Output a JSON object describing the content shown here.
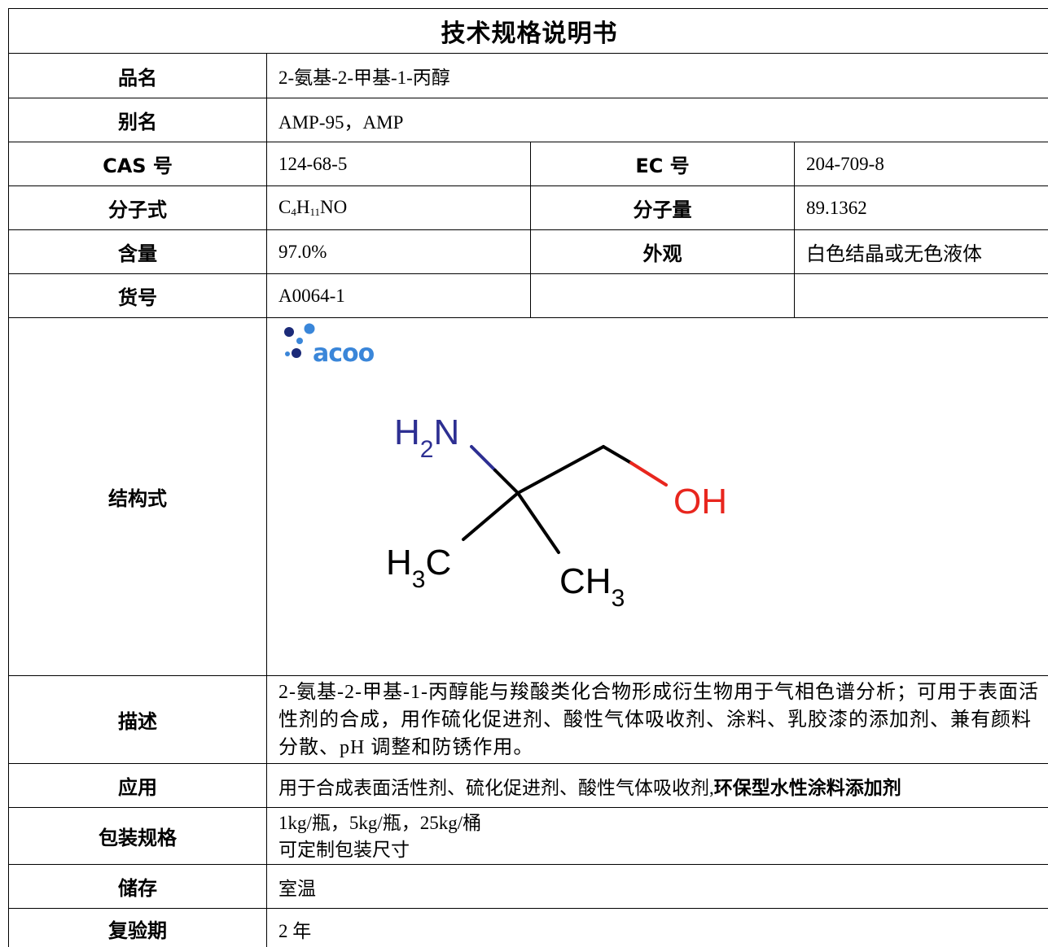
{
  "title": "技术规格说明书",
  "rows": {
    "name": {
      "label": "品名",
      "value": "2-氨基-2-甲基-1-丙醇"
    },
    "alias": {
      "label": "别名",
      "value": "AMP-95，AMP"
    },
    "cas": {
      "label": "CAS 号",
      "value": "124-68-5"
    },
    "ec": {
      "label": "EC 号",
      "value": "204-709-8"
    },
    "formula": {
      "label": "分子式",
      "parts": [
        "C",
        "4",
        "H",
        "11",
        "NO"
      ]
    },
    "mw": {
      "label": "分子量",
      "value": "89.1362"
    },
    "purity": {
      "label": "含量",
      "value": "97.0%"
    },
    "appearance": {
      "label": "外观",
      "value": "白色结晶或无色液体"
    },
    "catalog": {
      "label": "货号",
      "value": "A0064-1"
    },
    "structure": {
      "label": "结构式",
      "logo_text": "acoo",
      "atoms": {
        "amine": {
          "a": "H",
          "sub": "2",
          "b": "N"
        },
        "hydroxyl": {
          "a": "OH"
        },
        "methyl_left": {
          "a": "H",
          "sub": "3",
          "b": "C"
        },
        "methyl_right": {
          "a": "CH",
          "sub": "3"
        }
      }
    },
    "description": {
      "label": "描述",
      "value": "2-氨基-2-甲基-1-丙醇能与羧酸类化合物形成衍生物用于气相色谱分析；可用于表面活性剂的合成，用作硫化促进剂、酸性气体吸收剂、涂料、乳胶漆的添加剂、兼有颜料分散、pH 调整和防锈作用。"
    },
    "application": {
      "label": "应用",
      "value": "用于合成表面活性剂、硫化促进剂、酸性气体吸收剂,",
      "highlight": "环保型水性涂料添加剂"
    },
    "packaging": {
      "label": "包装规格",
      "lines": [
        "1kg/瓶，5kg/瓶，25kg/桶",
        "可定制包装尺寸"
      ]
    },
    "storage": {
      "label": "储存",
      "value": "室温"
    },
    "retest": {
      "label": "复验期",
      "value": "2 年"
    }
  },
  "colors": {
    "nitrogen": "#2d2f92",
    "oxygen": "#e8261e",
    "bond": "#000000",
    "carbon_text": "#000000",
    "logo_dark": "#1b2a78",
    "logo_blue": "#3a86d9"
  }
}
